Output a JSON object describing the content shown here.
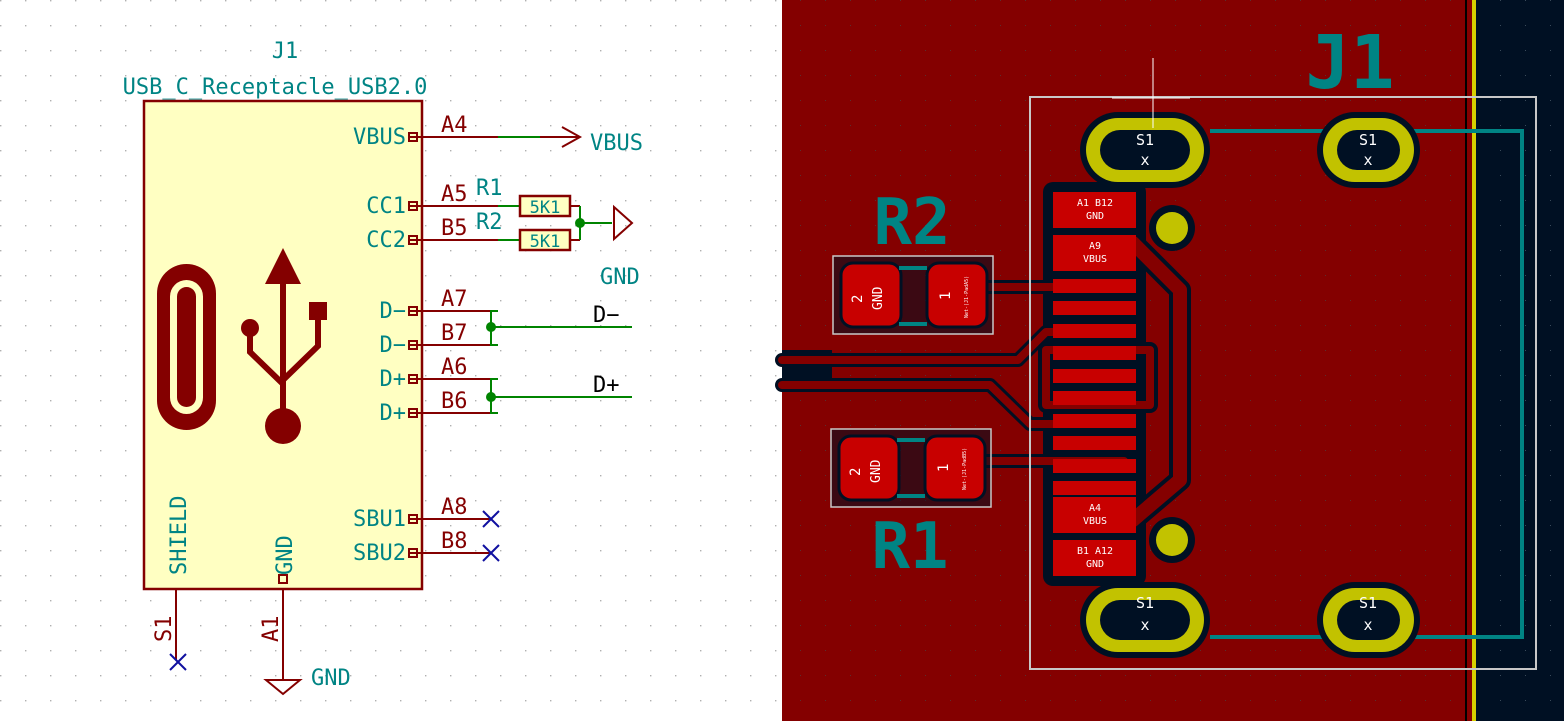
{
  "schematic": {
    "ref": "J1",
    "value": "USB_C_Receptacle_USB2.0",
    "left_pins": [
      {
        "name": "VBUS",
        "num": "A4"
      },
      {
        "name": "CC1",
        "num": "A5"
      },
      {
        "name": "CC2",
        "num": "B5"
      },
      {
        "name": "D−",
        "num": "A7"
      },
      {
        "name": "D−",
        "num": "B7"
      },
      {
        "name": "D+",
        "num": "A6"
      },
      {
        "name": "D+",
        "num": "B6"
      },
      {
        "name": "SBU1",
        "num": "A8"
      },
      {
        "name": "SBU2",
        "num": "B8"
      }
    ],
    "bottom_pins": [
      {
        "name": "SHIELD",
        "num": "S1"
      },
      {
        "name": "GND",
        "num": "A1"
      }
    ],
    "net_vbus": "VBUS",
    "net_gnd": "GND",
    "net_gnd_bottom": "GND",
    "net_dminus": "D−",
    "net_dplus": "D+",
    "r1_ref": "R1",
    "r1_value": "5K1",
    "r2_ref": "R2",
    "r2_value": "5K1"
  },
  "pcb": {
    "ref_j1": "J1",
    "ref_r2": "R2",
    "ref_r1": "R1",
    "shield_pad_label": "S1",
    "shield_pad_sub": "x",
    "pads": [
      {
        "name": "A1 B12",
        "net": "GND"
      },
      {
        "name": "A9",
        "net": "VBUS"
      },
      {
        "name": "A4",
        "net": "VBUS"
      },
      {
        "name": "B1 A12",
        "net": "GND"
      }
    ],
    "r_pad1": "1",
    "r_pad2": "2",
    "r_pad2_net": "GND",
    "r_pad1_net_r2": "Net-(J1-PadA5)",
    "r_pad1_net_r1": "Net-(J1-PadB5)"
  },
  "colors": {
    "sch_line": "#840000",
    "sch_fill": "#ffffc2",
    "sch_wire": "#008400",
    "sch_text": "#008484",
    "pcb_bg": "#001023",
    "pcb_copper": "#840000",
    "pcb_pad": "#c80000",
    "pcb_th": "#c2c200",
    "pcb_silk": "#008484"
  }
}
